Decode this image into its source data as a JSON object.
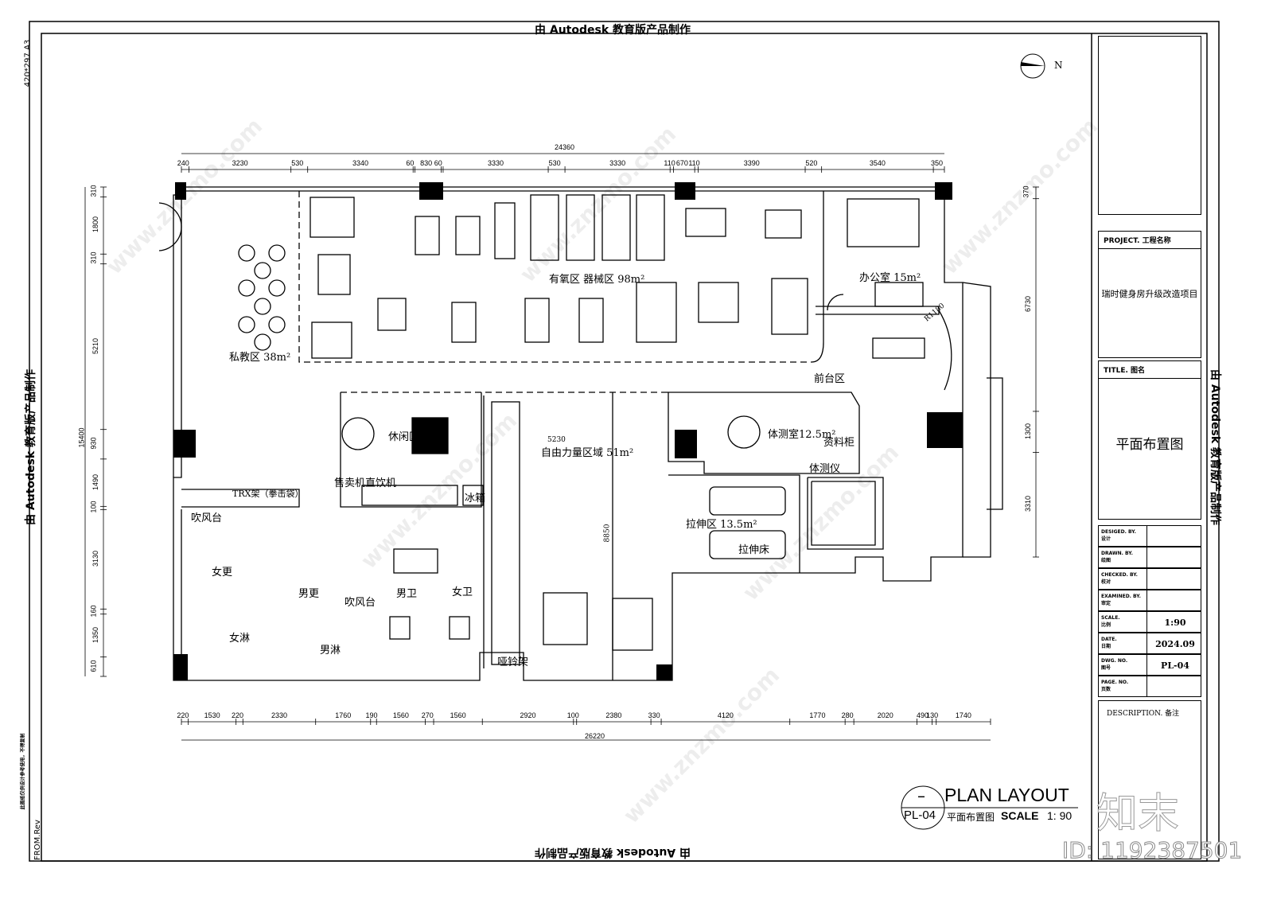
{
  "sheet": {
    "edu_banner": "由 Autodesk 教育版产品制作",
    "paper_size": "420*297 A3",
    "from_rev": "FROM.Rev",
    "side_note": "此图纸仅供设计参考使用，不得复制",
    "north_label": "N"
  },
  "title_block": {
    "project_header": "PROJECT. 工程名称",
    "project_name": "瑞时健身房升级改造项目",
    "title_header": "TITLE. 图名",
    "title": "平面布置图",
    "rows": [
      {
        "en": "DESIGED. BY.",
        "cn": "设计",
        "value": ""
      },
      {
        "en": "DRAWN. BY.",
        "cn": "绘图",
        "value": ""
      },
      {
        "en": "CHECKED. BY.",
        "cn": "校对",
        "value": ""
      },
      {
        "en": "EXAMINED. BY.",
        "cn": "审定",
        "value": ""
      },
      {
        "en": "SCALE.",
        "cn": "比例",
        "value": "1:90"
      },
      {
        "en": "DATE.",
        "cn": "日期",
        "value": "2024.09"
      },
      {
        "en": "DWG. NO.",
        "cn": "图号",
        "value": "PL-04"
      },
      {
        "en": "PAGE. NO.",
        "cn": "页数",
        "value": ""
      }
    ],
    "description_header": "DESCRIPTION. 备注"
  },
  "plan_title": {
    "dash": "–",
    "code": "PL-04",
    "name_en": "PLAN LAYOUT",
    "name_cn": "平面布置图",
    "scale_label": "SCALE",
    "scale_value": "1: 90"
  },
  "watermark": {
    "logo": "知末",
    "id": "ID: 1192387501",
    "site": "www.znzmo.com"
  },
  "rooms": {
    "private": "私教区  38m²",
    "cardio": "有氧区  器械区  98m²",
    "office": "办公室  15m²",
    "reception": "前台区",
    "lounge": "休闲区",
    "free_weights": "自由力量区域  51m²",
    "body_test": "体测室12.5m²",
    "files": "资料柜",
    "body_meter": "体测仪",
    "vending": "售卖机直饮机",
    "fridge": "冰箱",
    "trx": "TRX架（拳击袋）",
    "dryer_f": "吹风台",
    "female_change": "女更",
    "male_change": "男更",
    "dryer_m": "吹风台",
    "male_wc": "男卫",
    "female_wc": "女卫",
    "female_shower": "女淋",
    "male_shower": "男淋",
    "dumbbell": "哑铃架",
    "stretch": "拉伸区  13.5m²",
    "stretch_bed": "拉伸床",
    "r1180": "R1180",
    "free_width": "5230",
    "free_depth": "8850"
  },
  "dimensions": {
    "top_total": "24360",
    "top": [
      240,
      3230,
      530,
      3340,
      60,
      830,
      60,
      3330,
      530,
      3330,
      110,
      670,
      110,
      3390,
      520,
      3540,
      350
    ],
    "bottom_total": "26220",
    "bottom": [
      220,
      1530,
      220,
      2330,
      1760,
      190,
      1560,
      270,
      1560,
      2920,
      100,
      2380,
      330,
      4120,
      1770,
      280,
      2020,
      490,
      130,
      1740
    ],
    "left_total": "15400",
    "left": [
      310,
      1800,
      310,
      5210,
      930,
      1490,
      100,
      3130,
      160,
      1350,
      610
    ],
    "right": [
      370,
      6730,
      1300,
      3310
    ]
  }
}
